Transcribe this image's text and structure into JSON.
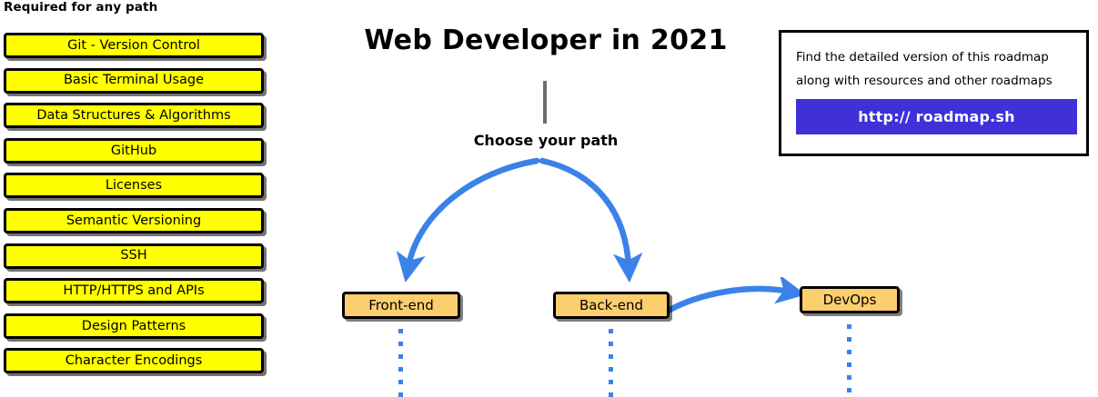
{
  "title": "Web Developer in 2021",
  "required_section": {
    "heading": "Required for any path",
    "items": [
      {
        "label": "Git - Version Control"
      },
      {
        "label": "Basic Terminal Usage"
      },
      {
        "label": "Data Structures & Algorithms"
      },
      {
        "label": "GitHub"
      },
      {
        "label": "Licenses"
      },
      {
        "label": "Semantic Versioning"
      },
      {
        "label": "SSH"
      },
      {
        "label": "HTTP/HTTPS and APIs"
      },
      {
        "label": "Design Patterns"
      },
      {
        "label": "Character Encodings"
      }
    ]
  },
  "fork": {
    "prompt": "Choose your path",
    "nodes": [
      {
        "label": "Front-end"
      },
      {
        "label": "Back-end"
      },
      {
        "label": "DevOps"
      }
    ]
  },
  "info_card": {
    "line1": "Find the detailed version of this roadmap",
    "line2": "along with resources and other roadmaps",
    "button_label": "http:// roadmap.sh"
  },
  "colors": {
    "required_fill": "#FFFF00",
    "node_fill": "#FBCE6E",
    "arrow_blue": "#3B82E8",
    "button_blue": "#4030D8",
    "stem_gray": "#6E6E6E",
    "outline": "#000000",
    "background": "#FFFFFF"
  }
}
